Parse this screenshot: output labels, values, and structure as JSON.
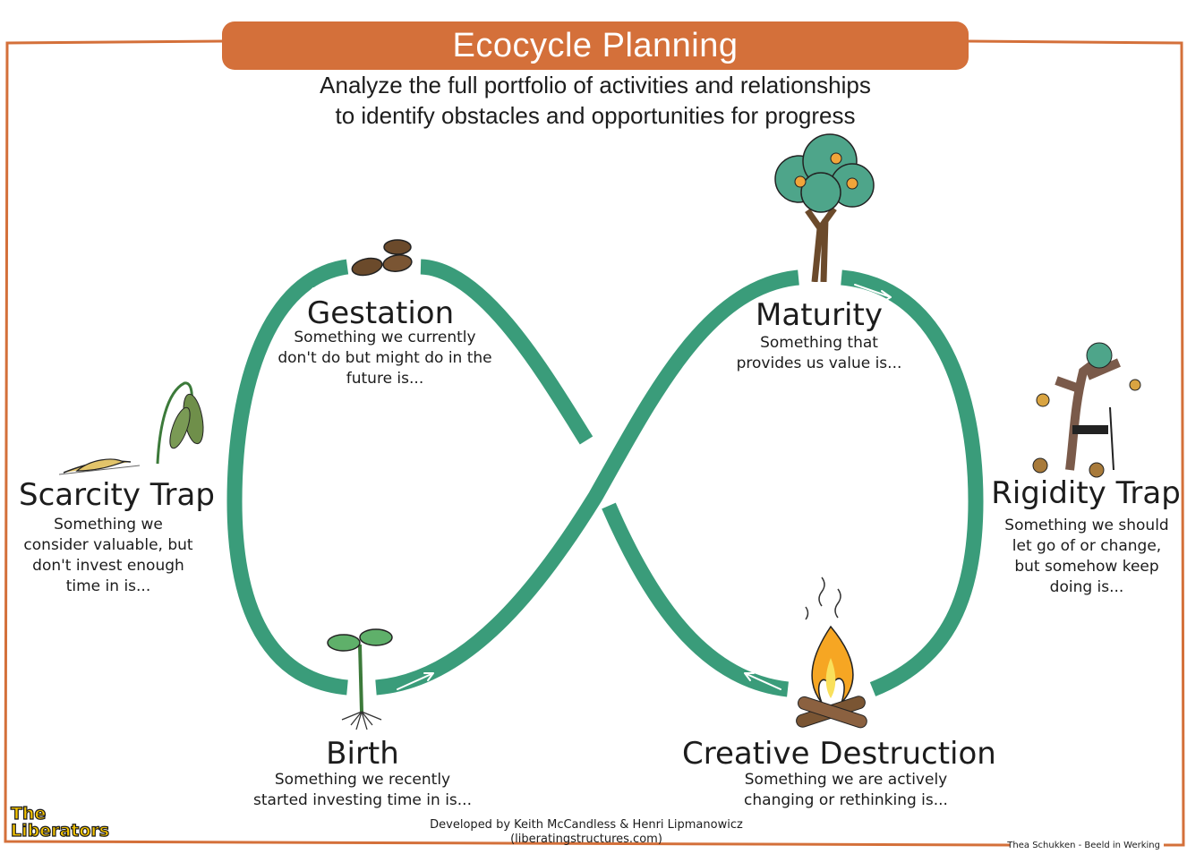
{
  "header": {
    "title": "Ecocycle Planning",
    "subtitle_line1": "Analyze the full portfolio of activities and relationships",
    "subtitle_line2": "to identify obstacles and opportunities for progress"
  },
  "stages": {
    "gestation": {
      "title": "Gestation",
      "desc_line1": "Something we currently",
      "desc_line2": "don't do but might do in the",
      "desc_line3": "future is..."
    },
    "maturity": {
      "title": "Maturity",
      "desc_line1": "Something that",
      "desc_line2": "provides us value is..."
    },
    "birth": {
      "title": "Birth",
      "desc_line1": "Something we recently",
      "desc_line2": "started investing time in is..."
    },
    "creative_destruction": {
      "title": "Creative Destruction",
      "desc_line1": "Something we are actively",
      "desc_line2": "changing or rethinking is..."
    },
    "scarcity_trap": {
      "title": "Scarcity Trap",
      "desc_line1": "Something we",
      "desc_line2": "consider valuable, but",
      "desc_line3": "don't invest enough",
      "desc_line4": "time in is..."
    },
    "rigidity_trap": {
      "title": "Rigidity Trap",
      "desc_line1": "Something we should",
      "desc_line2": "let go of or change,",
      "desc_line3": "but somehow keep",
      "desc_line4": "doing is..."
    }
  },
  "footer": {
    "credit_line1": "Developed by Keith McCandless & Henri Lipmanowicz",
    "credit_line2": "(liberatingstructures.com)",
    "artist": "Thea Schukken - Beeld in Werking",
    "logo_line1": "The",
    "logo_line2": "Liberators"
  },
  "colors": {
    "banner": "#d4703a",
    "loop": "#3a9c7a",
    "frame": "#d4703a"
  }
}
